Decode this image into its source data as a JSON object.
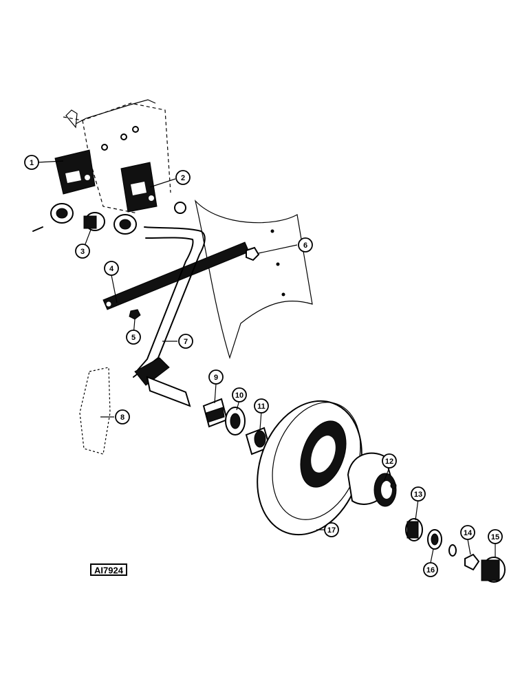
{
  "diagram": {
    "stamp": "AI7924",
    "callouts": [
      {
        "id": "1",
        "label": "1"
      },
      {
        "id": "2",
        "label": "2"
      },
      {
        "id": "3",
        "label": "3"
      },
      {
        "id": "4",
        "label": "4"
      },
      {
        "id": "5",
        "label": "5"
      },
      {
        "id": "6",
        "label": "6"
      },
      {
        "id": "7",
        "label": "7"
      },
      {
        "id": "8",
        "label": "8"
      },
      {
        "id": "9",
        "label": "9"
      },
      {
        "id": "10",
        "label": "10"
      },
      {
        "id": "11",
        "label": "11"
      },
      {
        "id": "12",
        "label": "12"
      },
      {
        "id": "13",
        "label": "13"
      },
      {
        "id": "14",
        "label": "14"
      },
      {
        "id": "15",
        "label": "15"
      },
      {
        "id": "16",
        "label": "16"
      },
      {
        "id": "17",
        "label": "17"
      }
    ]
  }
}
